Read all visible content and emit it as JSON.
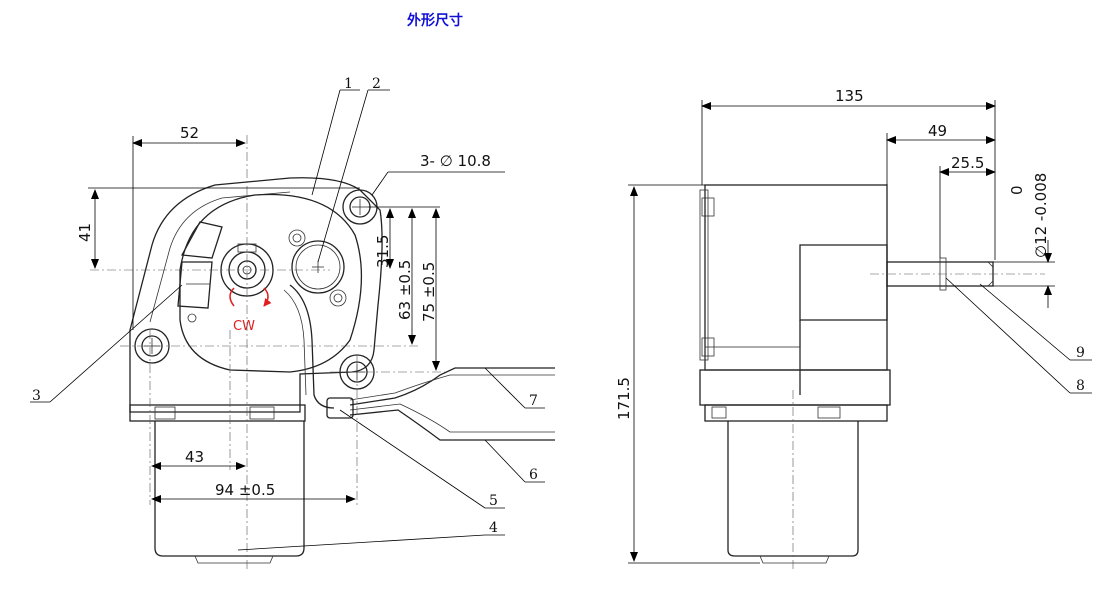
{
  "title": "外形尺寸",
  "front_view": {
    "dims": {
      "d52": "52",
      "d41": "41",
      "d31_5": "31.5",
      "d63": "63 ±0.5",
      "d75": "75 ±0.5",
      "d43": "43",
      "d94": "94 ±0.5",
      "hole": "3- ∅ 10.8"
    },
    "rotation_label": "CW",
    "callouts": [
      "1",
      "2",
      "3",
      "4",
      "5",
      "6",
      "7"
    ]
  },
  "side_view": {
    "dims": {
      "d135": "135",
      "d49": "49",
      "d25_5": "25.5",
      "d171_5": "171.5",
      "shaft_tol_upper": "0",
      "shaft_dia": "∅12 -0.008"
    },
    "callouts": [
      "8",
      "9"
    ]
  },
  "colors": {
    "title": "#1010d8",
    "rotation": "#e02020",
    "line": "#222222"
  }
}
